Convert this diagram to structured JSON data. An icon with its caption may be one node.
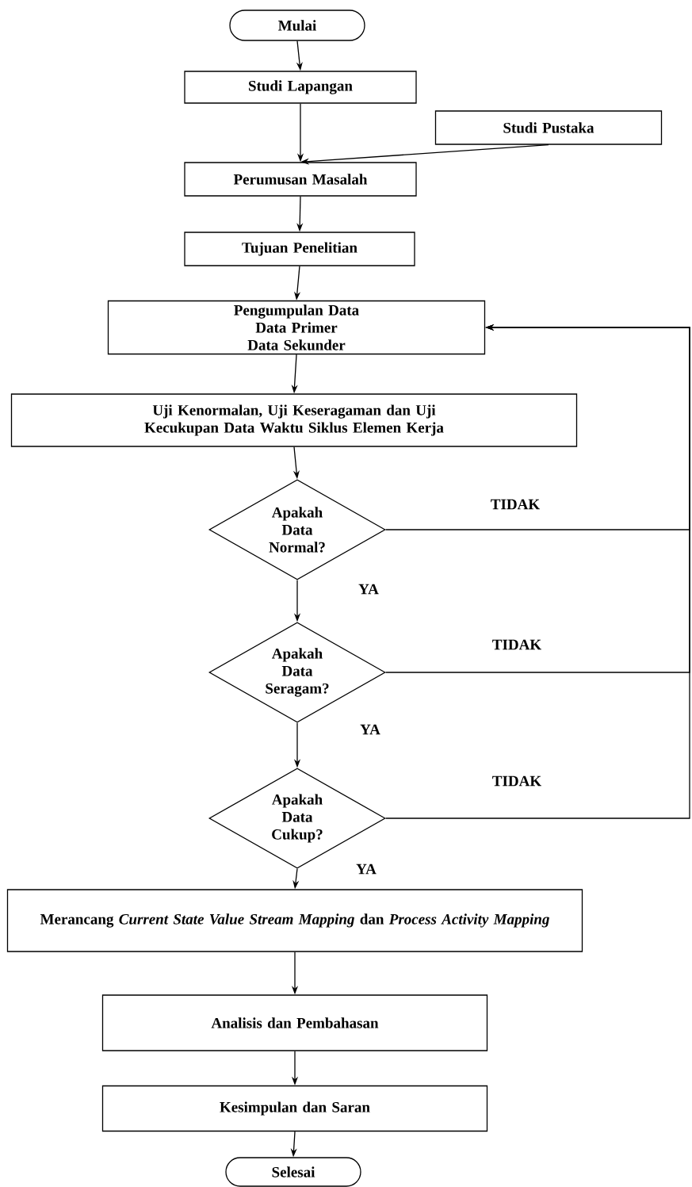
{
  "diagram": {
    "nodes": [
      {
        "text": [
          "Mulai"
        ]
      },
      {
        "text": [
          "Studi Lapangan"
        ]
      },
      {
        "text": [
          "Studi Pustaka"
        ]
      },
      {
        "text": [
          "Perumusan Masalah"
        ]
      },
      {
        "text": [
          "Tujuan Penelitian"
        ]
      },
      {
        "text": [
          "Pengumpulan Data",
          "Data Primer",
          "Data Sekunder"
        ]
      },
      {
        "text": [
          "Uji Kenormalan, Uji Keseragaman dan Uji Kecukupan Data Waktu Siklus Elemen Kerja"
        ]
      },
      {
        "text": [
          "Apakah Data Normal?"
        ]
      },
      {
        "text": [
          "Apakah Data Seragam?"
        ]
      },
      {
        "text": [
          "Apakah Data Cukup?"
        ]
      },
      {
        "text": [
          "Merancang *Current State Value Stream Mapping* dan *Process Activity Mapping*"
        ]
      },
      {
        "text": [
          "Analisis dan Pembahasan"
        ]
      },
      {
        "text": [
          "Kesimpulan dan Saran"
        ]
      },
      {
        "text": [
          "Selesai"
        ]
      }
    ],
    "edges": [
      {
        "from": 0,
        "to": 1,
        "arrow": "to"
      },
      {
        "from": 1,
        "to": 3,
        "arrow": "to"
      },
      {
        "from": 2,
        "to": 3,
        "arrow": "to"
      },
      {
        "from": 3,
        "to": 4,
        "arrow": "to"
      },
      {
        "from": 4,
        "to": 5,
        "arrow": "to"
      },
      {
        "from": 5,
        "to": 6,
        "arrow": "to"
      },
      {
        "from": 6,
        "to": 7,
        "arrow": "to"
      },
      {
        "from": 7,
        "to": 8,
        "arrow": "to",
        "label": "YA"
      },
      {
        "from": 7,
        "to": 5,
        "arrow": "to",
        "label": "TIDAK"
      },
      {
        "from": 8,
        "to": 9,
        "arrow": "to",
        "label": "YA"
      },
      {
        "from": 8,
        "to": 5,
        "arrow": "to",
        "label": "TIDAK"
      },
      {
        "from": 9,
        "to": 10,
        "arrow": "to",
        "label": "YA"
      },
      {
        "from": 9,
        "to": 5,
        "arrow": "to",
        "label": "TIDAK"
      },
      {
        "from": 10,
        "to": 11,
        "arrow": "to"
      },
      {
        "from": 11,
        "to": 12,
        "arrow": "to"
      },
      {
        "from": 12,
        "to": 13,
        "arrow": "to"
      }
    ]
  }
}
